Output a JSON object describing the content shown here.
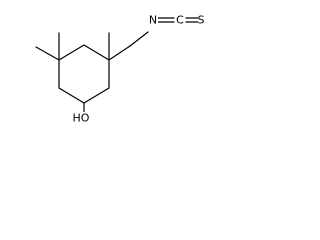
{
  "structure": {
    "atoms": {
      "hydroxyl": "HO",
      "nitrogen": "N",
      "isothiocyanate_carbon": "C",
      "sulfur": "S"
    },
    "colors": {
      "bond": "#000000",
      "label": "#000000",
      "background": "#ffffff"
    }
  }
}
